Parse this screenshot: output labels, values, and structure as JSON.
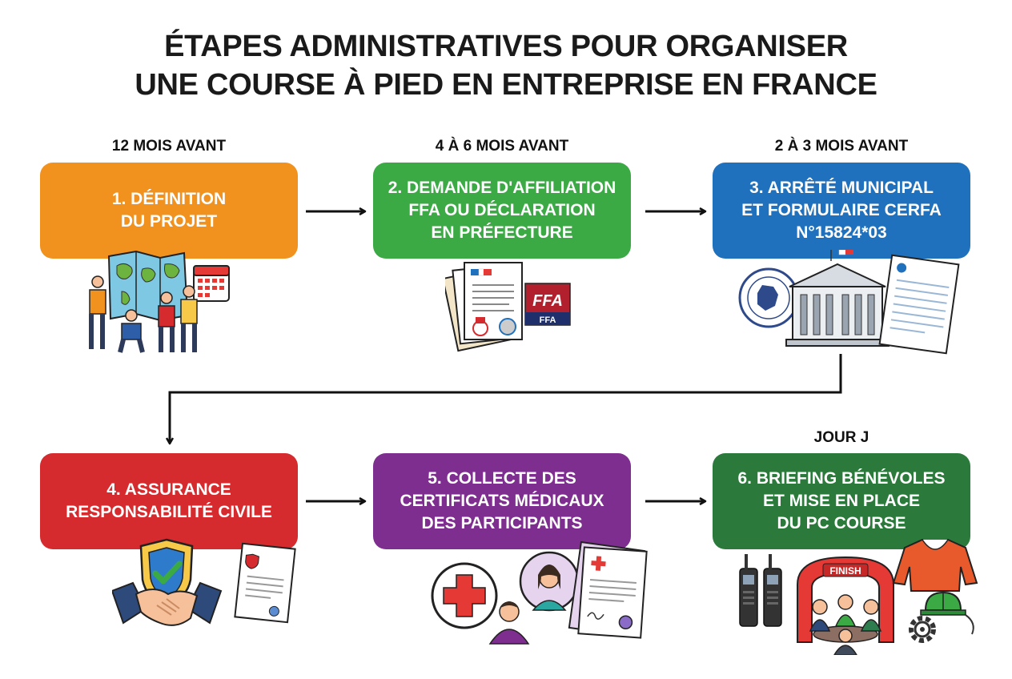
{
  "title": {
    "line1": "ÉTAPES ADMINISTRATIVES POUR ORGANISER",
    "line2": "UNE COURSE À PIED EN ENTREPRISE EN FRANCE"
  },
  "steps": [
    {
      "timing": "12 MOIS AVANT",
      "label": "1. DÉFINITION\nDU PROJET",
      "color": "#F2921E"
    },
    {
      "timing": "4 À 6 MOIS AVANT",
      "label": "2. DEMANDE D'AFFILIATION\nFFA OU DÉCLARATION\nEN PRÉFECTURE",
      "color": "#3BAA45"
    },
    {
      "timing": "2 À 3 MOIS AVANT",
      "label": "3. ARRÊTÉ MUNICIPAL\nET FORMULAIRE CERFA\nN°15824*03",
      "color": "#1F70BD"
    },
    {
      "timing": "",
      "label": "4. ASSURANCE\nRESPONSABILITÉ CIVILE",
      "color": "#D52B2E"
    },
    {
      "timing": "",
      "label": "5. COLLECTE DES\nCERTIFICATS MÉDICAUX\nDES PARTICIPANTS",
      "color": "#7D2E8E"
    },
    {
      "timing": "JOUR J",
      "label": "6. BRIEFING BÉNÉVOLES\nET MISE EN PLACE\nDU PC COURSE",
      "color": "#2B7A3C"
    }
  ],
  "badges": {
    "ffa": "FFA",
    "finish": "FINISH"
  },
  "icons": {
    "step1": [
      "map-icon",
      "people-icon",
      "calendar-icon"
    ],
    "step2": [
      "documents-icon",
      "stamp-icon",
      "ffa-logo"
    ],
    "step3": [
      "town-hall-icon",
      "seal-icon",
      "cerfa-form-icon"
    ],
    "step4": [
      "shield-check-icon",
      "handshake-icon",
      "policy-document-icon"
    ],
    "step5": [
      "medical-cross-icon",
      "participants-icon",
      "medical-certificate-icon"
    ],
    "step6": [
      "walkie-talkie-icon",
      "finish-arch-icon",
      "team-table-icon",
      "vest-icon",
      "helmet-icon",
      "gear-icon"
    ]
  }
}
